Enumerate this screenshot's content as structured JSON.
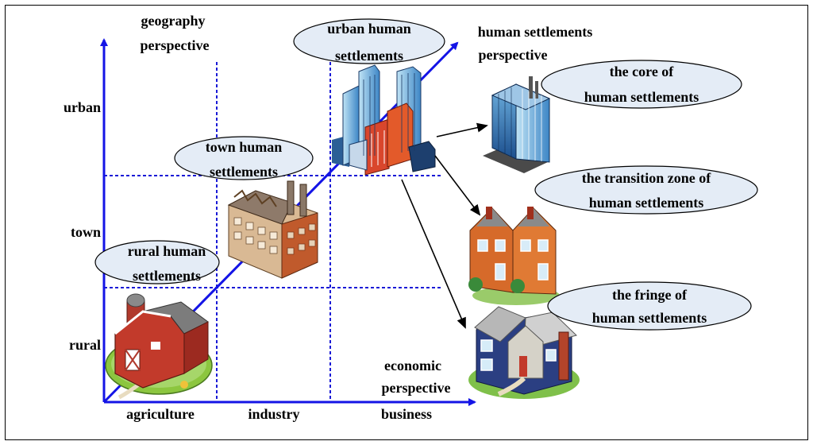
{
  "axes": {
    "y_labels": [
      "urban",
      "town",
      "rural"
    ],
    "x_labels": [
      "agriculture",
      "industry",
      "business"
    ]
  },
  "perspectives": {
    "geography": [
      "geography",
      "perspective"
    ],
    "human_settlements": [
      "human settlements",
      "perspective"
    ],
    "economic": [
      "economic",
      "perspective"
    ]
  },
  "bubbles": {
    "urban": [
      "urban human",
      "settlements"
    ],
    "town": [
      "town human",
      "settlements"
    ],
    "rural": [
      "rural human",
      "settlements"
    ],
    "core": [
      "the core of",
      "human settlements"
    ],
    "transition": [
      "the transition zone of",
      "human settlements"
    ],
    "fringe": [
      "the fringe of",
      "human settlements"
    ]
  },
  "colors": {
    "axis_blue": "#1414e6",
    "bubble_fill": "#e4ecf6",
    "grid_blue": "#1a1ad6"
  },
  "icons": [
    "farm-barn-icon",
    "factory-icon",
    "city-skyscrapers-icon",
    "office-tower-icon",
    "townhouses-icon",
    "suburban-house-icon"
  ]
}
